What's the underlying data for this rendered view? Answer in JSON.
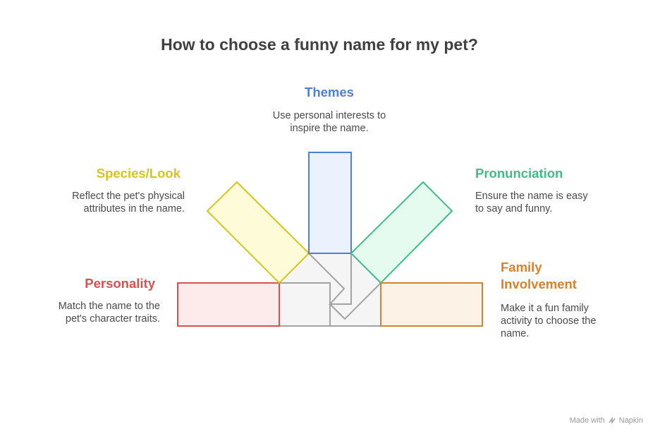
{
  "title": "How to choose a funny name for my pet?",
  "items": [
    {
      "id": "themes",
      "heading": "Themes",
      "desc": [
        "Use personal interests to",
        "inspire the name."
      ],
      "color": "#4f7fd6",
      "fill": "#ebf2fd"
    },
    {
      "id": "species",
      "heading": "Species/Look",
      "desc": [
        "Reflect the pet's physical",
        "attributes in the name."
      ],
      "color": "#d6c51c",
      "fill": "#fefbd8"
    },
    {
      "id": "pronunciation",
      "heading": "Pronunciation",
      "desc": [
        "Ensure the name is easy",
        "to say and funny."
      ],
      "color": "#3cbf85",
      "fill": "#e5fbf0"
    },
    {
      "id": "personality",
      "heading": "Personality",
      "desc": [
        "Match the name to the",
        "pet's character traits."
      ],
      "color": "#dc4f4f",
      "fill": "#fdebec"
    },
    {
      "id": "family",
      "heading": [
        "Family",
        "Involvement"
      ],
      "desc": [
        "Make it a fun family",
        "activity to choose the",
        "name."
      ],
      "color": "#d9822b",
      "fill": "#fdf2e6"
    }
  ],
  "footer": {
    "text": "Made with",
    "brand": "Napkin"
  }
}
